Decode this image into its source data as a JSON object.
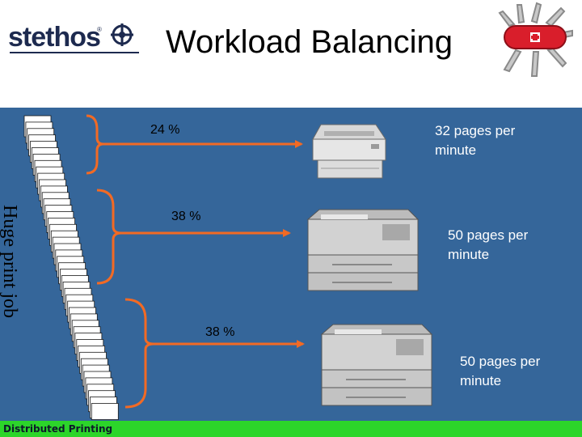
{
  "header": {
    "logo_text": "stethos",
    "logo_registered": "®",
    "title": "Workload Balancing"
  },
  "diagram": {
    "source_label": "Huge print job",
    "distributions": [
      {
        "percent": "24 %",
        "rate": "32 pages per minute",
        "printer": "desktop-laser-printer"
      },
      {
        "percent": "38 %",
        "rate": "50 pages per minute",
        "printer": "office-laser-printer"
      },
      {
        "percent": "38 %",
        "rate": "50 pages per minute",
        "printer": "office-laser-printer"
      }
    ]
  },
  "footer": {
    "label": "Distributed Printing"
  },
  "colors": {
    "panel": "#35669a",
    "arrow": "#f26a24",
    "footer": "#2cd52a",
    "logo": "#1d2a4f"
  }
}
